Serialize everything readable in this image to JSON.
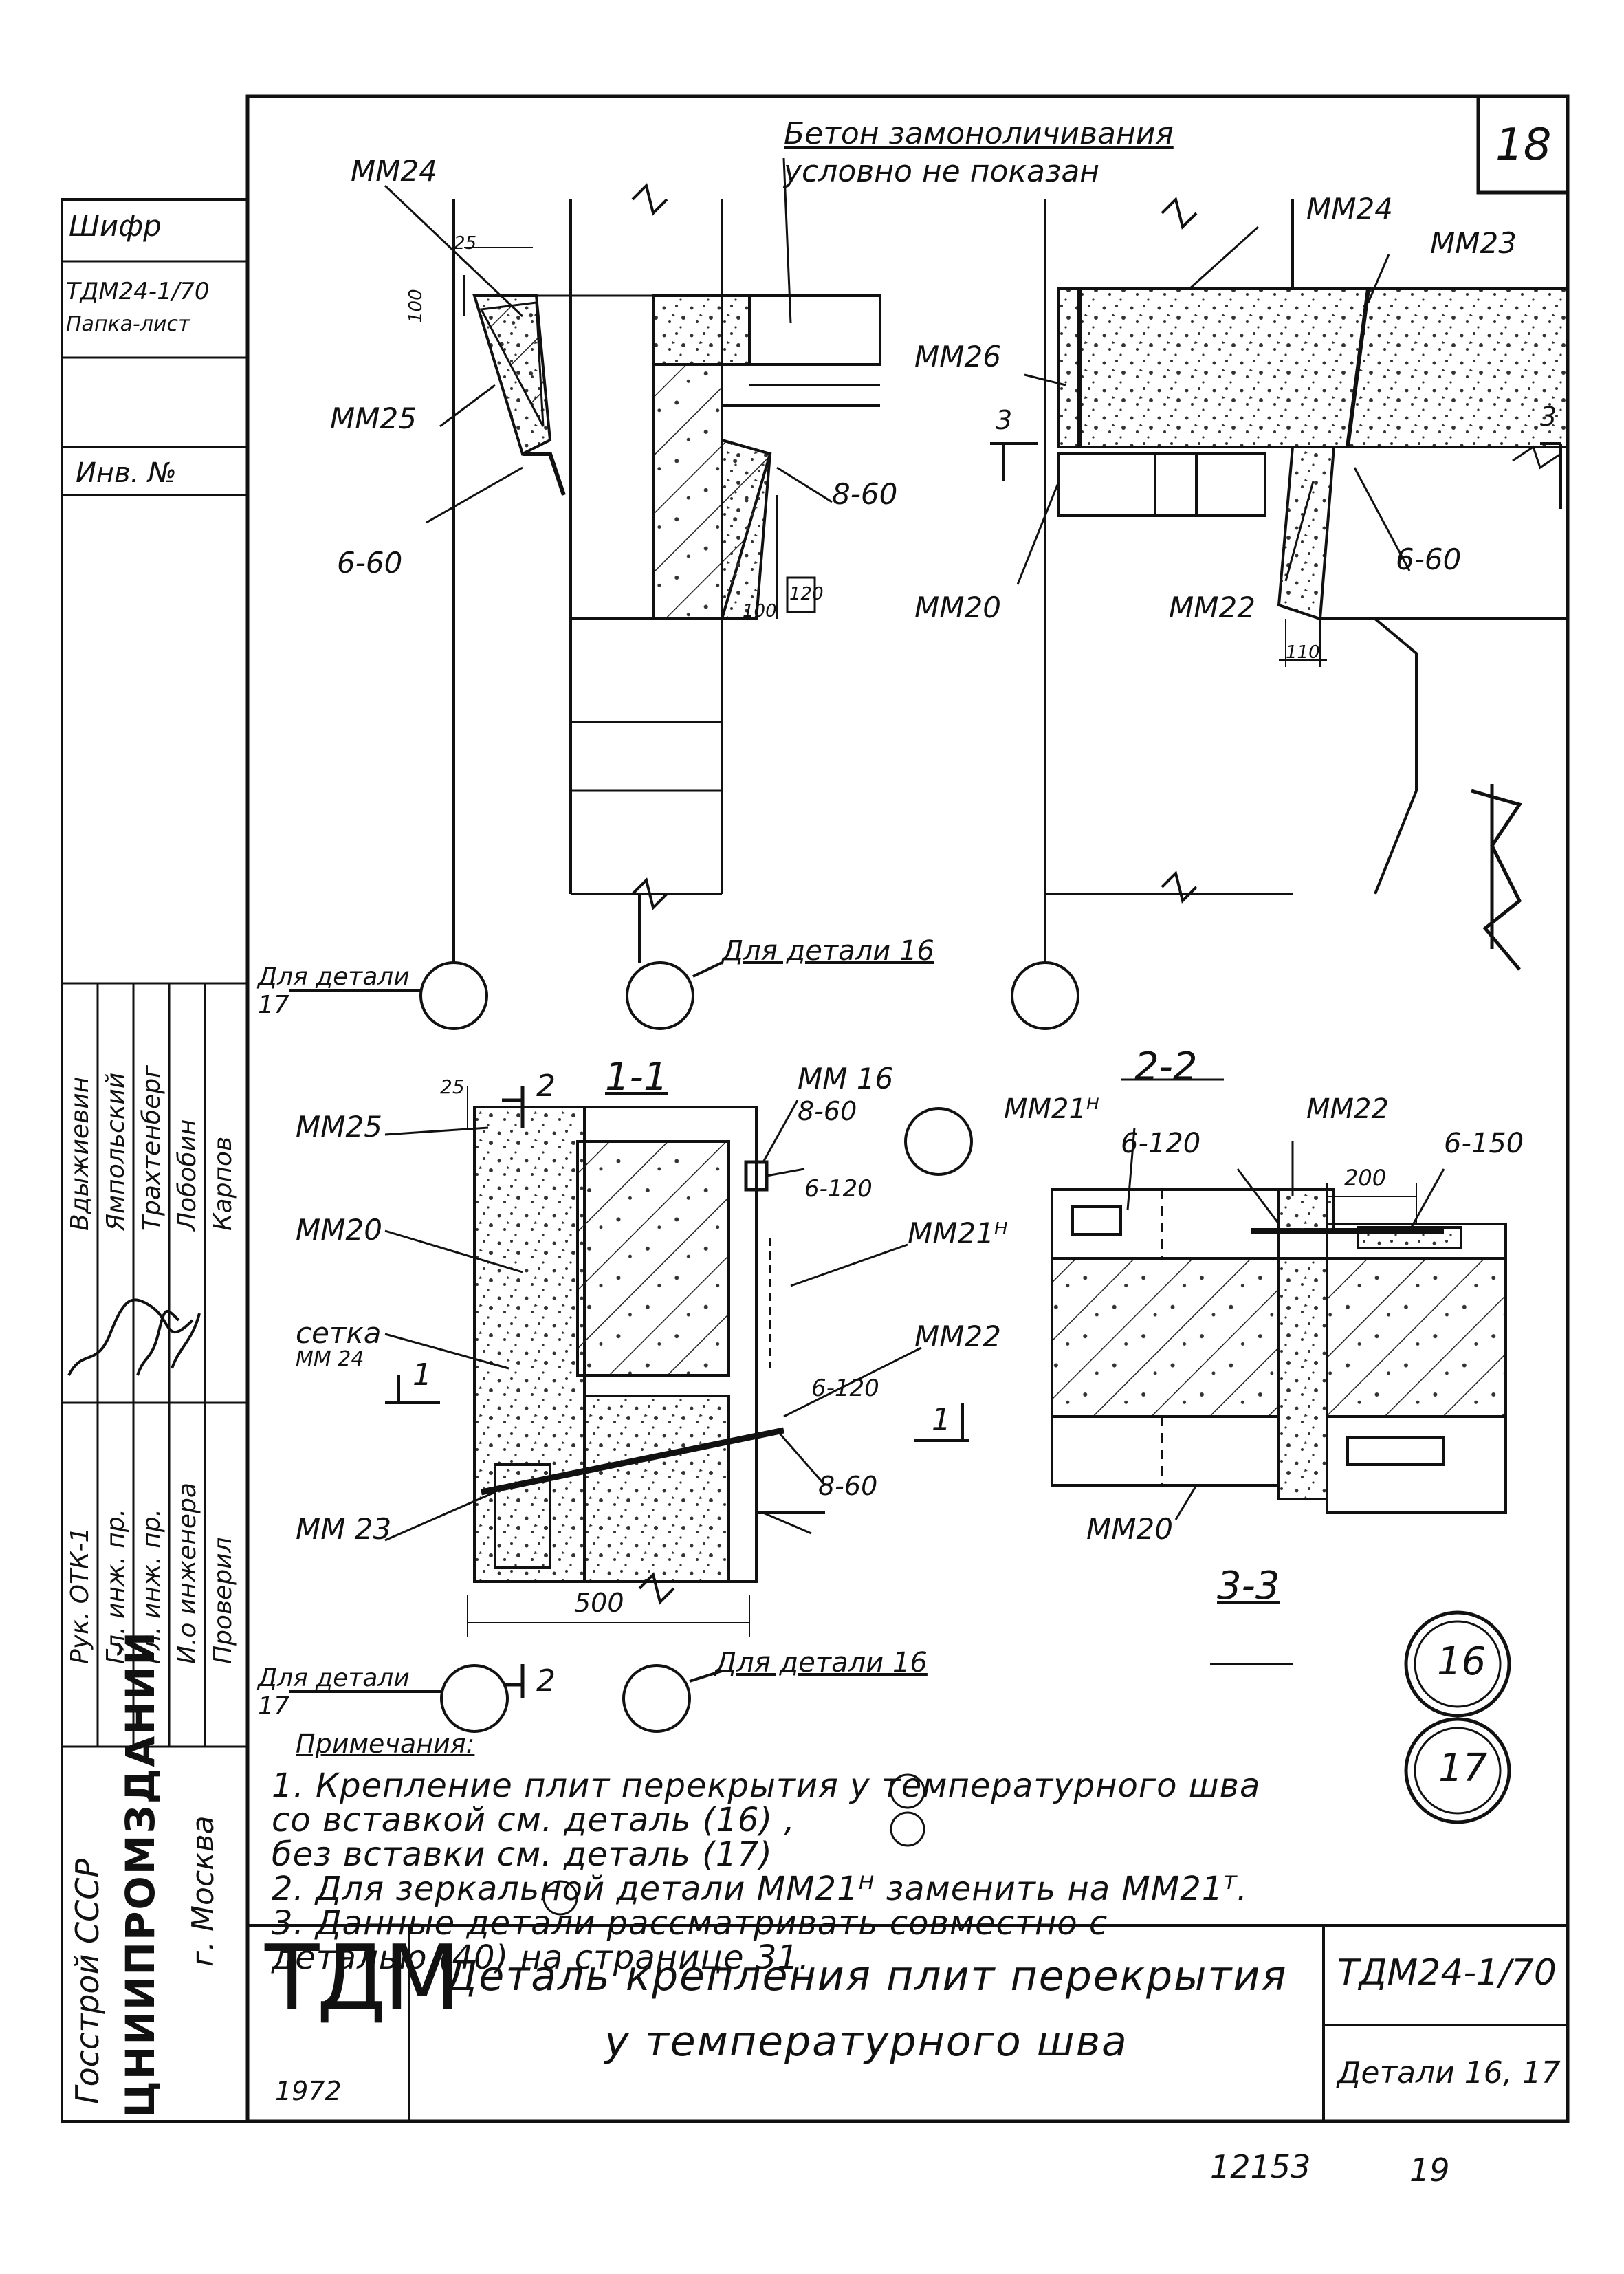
{
  "sheet": {
    "page_number": "18",
    "doc_code": "ТДМ24-1/70",
    "doc_code_bottom": "ТДМ24-1/70",
    "details_ref": "Детали 16, 17",
    "archive_no": "12153",
    "sheet_no": "19",
    "logo": "ТДМ",
    "year": "1972",
    "title_line1": "Деталь крепления плит перекрытия",
    "title_line2": "у температурного шва"
  },
  "side_stamp": {
    "shifr_label": "Шифр",
    "shifr_value": "ТДМ24-1/70",
    "shifr_sub": "Папка-лист",
    "inv_label": "Инв. №",
    "org_line1": "Госстрой СССР",
    "org_line2": "ЦНИИПРОМЗДАНИЙ",
    "org_line3": "г. Москва",
    "roles": [
      "Рук. ОТК-1",
      "Гл. инж. пр.",
      "Гл. инж. пр.",
      "И.о инженера",
      "Проверил"
    ],
    "names": [
      "Вдыжиевин",
      "Ямпольский",
      "Трахтенберг",
      "Лобобин",
      "Карпов"
    ]
  },
  "top_view": {
    "note_line1": "Бетон замоноличивания",
    "note_line2": "условно не показан",
    "labels": {
      "mm24_left": "ММ24",
      "mm25_left": "ММ25",
      "b60_left": "6-60",
      "b60_mid": "8-60",
      "mm24_right": "ММ24",
      "mm23_right": "ММ23",
      "mm26": "ММ26",
      "mm20_right": "ММ20",
      "mm22_right": "ММ22",
      "b60_right": "6-60",
      "dim25": "25",
      "dim100": "100",
      "dim120": "120",
      "dim100b": "100",
      "dim110": "110",
      "sec3a": "3",
      "sec3b": "3"
    },
    "callouts": {
      "for17": "Для детали 17",
      "for16": "Для детали 16"
    }
  },
  "section_1_1": {
    "title": "1-1",
    "labels": {
      "mm25": "ММ25",
      "mm20": "ММ20",
      "setka": "сетка",
      "setka2": "ММ 24",
      "mm23": "ММ 23",
      "mm16": "ММ 16",
      "b860a": "8-60",
      "b6120a": "6-120",
      "mm21h": "ММ21ᴴ",
      "mm22": "ММ22",
      "b6120b": "6-120",
      "b860b": "8-60",
      "dim25": "25",
      "dim500": "500",
      "sec2a": "2",
      "sec2b": "2",
      "sec1a": "1",
      "sec1b": "1"
    },
    "callouts": {
      "for17": "Для детали 17",
      "for16": "Для детали 16"
    }
  },
  "section_2_2": {
    "title": "2-2",
    "labels": {
      "mm21h": "ММ21ᴴ",
      "b6120": "6-120",
      "mm22": "ММ22",
      "b6150": "6-150",
      "dim200": "200",
      "mm20": "ММ20"
    }
  },
  "section_3_3": {
    "title": "3-3"
  },
  "detail_marks": [
    "16",
    "17"
  ],
  "notes": {
    "title": "Примечания:",
    "items": [
      "1. Крепление плит перекрытия у температурного шва",
      "   со вставкой см. деталь (16) ,",
      "   без вставки см. деталь (17)",
      "2. Для зеркальной детали ММ21ᴴ заменить на ММ21ᵀ.",
      "3. Данные детали рассматривать совместно с",
      "   деталью (40) на странице 31."
    ]
  }
}
